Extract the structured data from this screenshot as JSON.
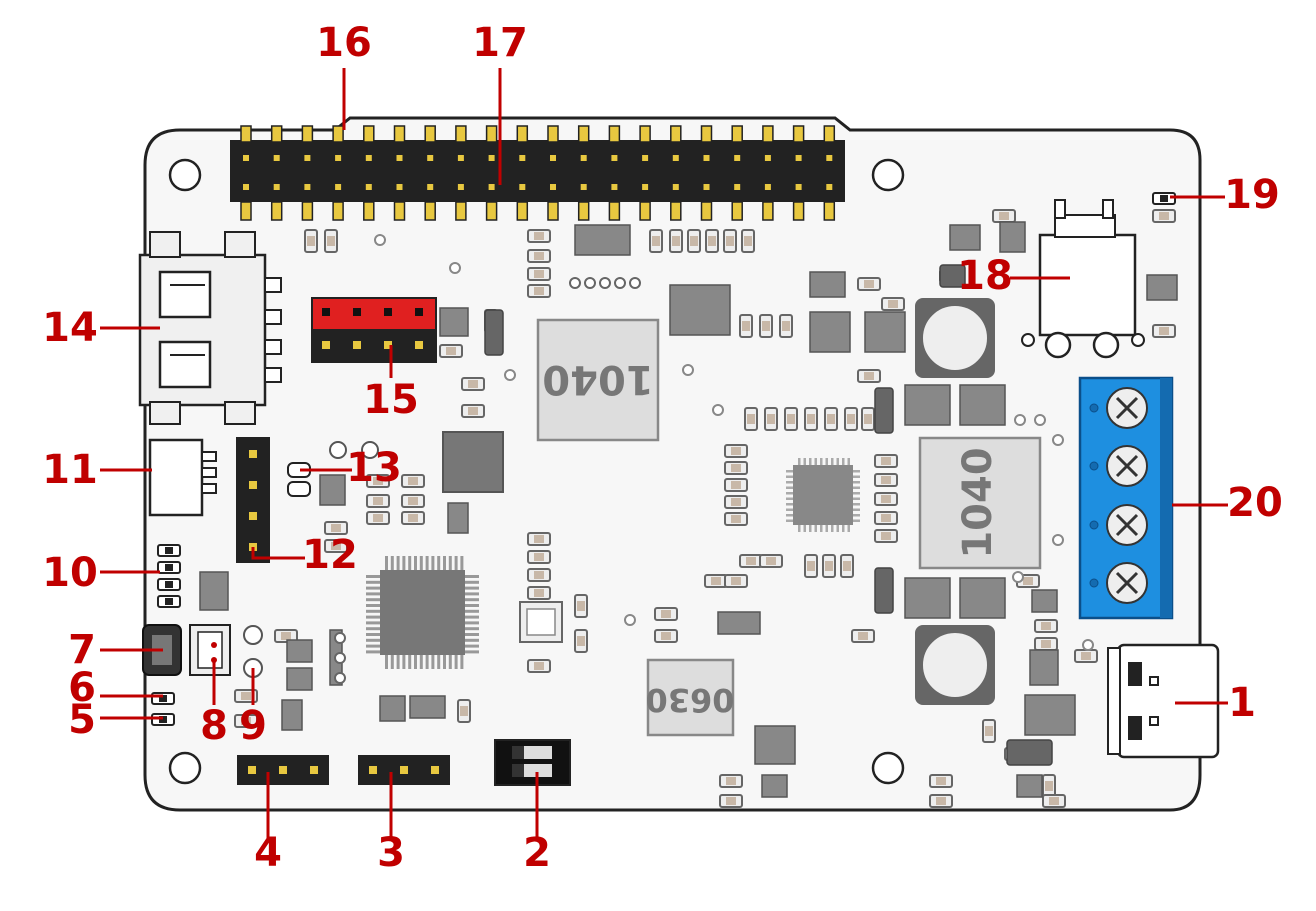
{
  "diagram": {
    "title": "",
    "callout_color": "#c00000",
    "callouts": [
      {
        "id": "c1",
        "label": "1"
      },
      {
        "id": "c2",
        "label": "2"
      },
      {
        "id": "c3",
        "label": "3"
      },
      {
        "id": "c4",
        "label": "4"
      },
      {
        "id": "c5",
        "label": "5"
      },
      {
        "id": "c6",
        "label": "6"
      },
      {
        "id": "c7",
        "label": "7"
      },
      {
        "id": "c8",
        "label": "8"
      },
      {
        "id": "c9",
        "label": "9"
      },
      {
        "id": "c10",
        "label": "10"
      },
      {
        "id": "c11",
        "label": "11"
      },
      {
        "id": "c12",
        "label": "12"
      },
      {
        "id": "c13",
        "label": "13"
      },
      {
        "id": "c14",
        "label": "14"
      },
      {
        "id": "c15",
        "label": "15"
      },
      {
        "id": "c16",
        "label": "16"
      },
      {
        "id": "c17",
        "label": "17"
      },
      {
        "id": "c18",
        "label": "18"
      },
      {
        "id": "c19",
        "label": "19"
      },
      {
        "id": "c20",
        "label": "20"
      }
    ],
    "chip_markings": {
      "inductor_a": "1040",
      "inductor_b": "1040",
      "inductor_c": "0630"
    },
    "colors": {
      "board": "#f7f7f7",
      "terminal_block": "#1e8fe0",
      "header_black": "#222222",
      "header_red": "#e02020",
      "pin_gold": "#e8c840"
    }
  }
}
